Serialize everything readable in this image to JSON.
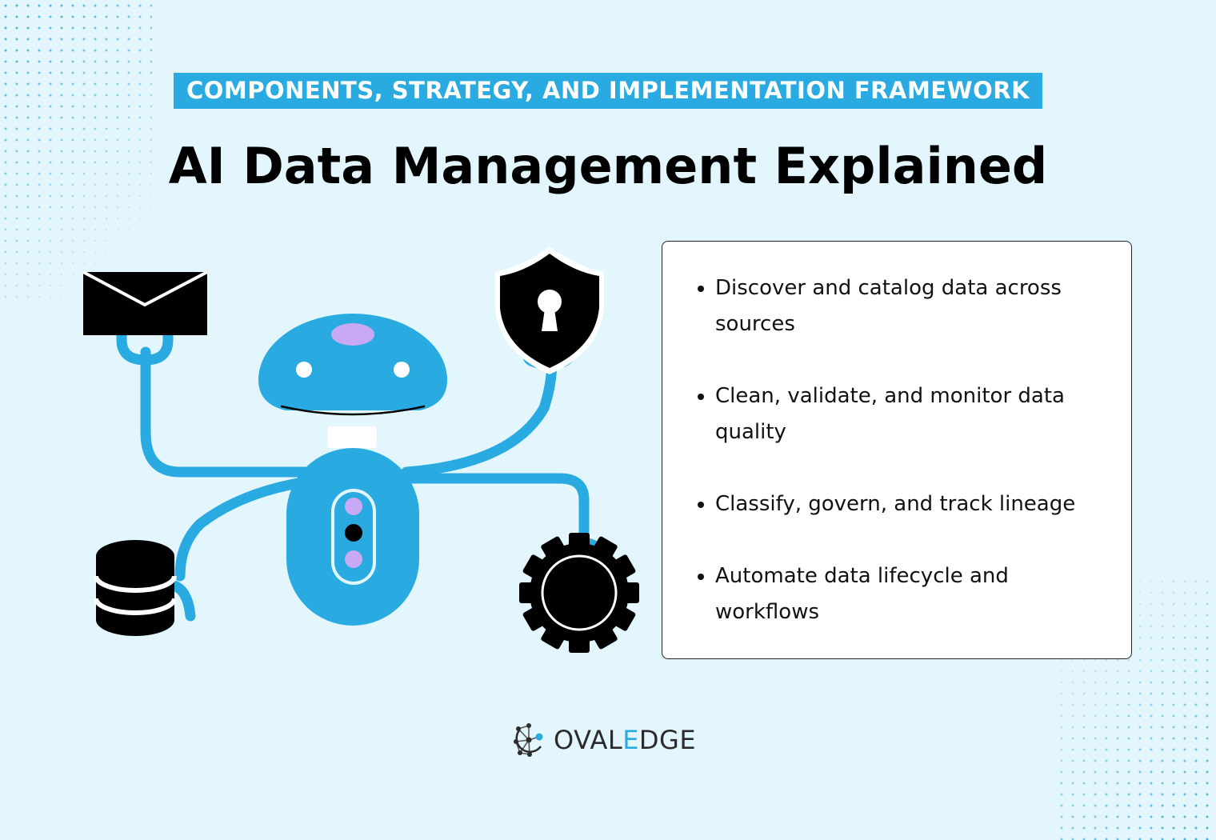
{
  "header": {
    "subtitle": "COMPONENTS, STRATEGY, AND IMPLEMENTATION FRAMEWORK",
    "title": "AI Data Management Explained"
  },
  "features": [
    {
      "text": "Discover and catalog data across sources"
    },
    {
      "text": "Clean, validate, and monitor data quality"
    },
    {
      "text": "Classify, govern, and track lineage"
    },
    {
      "text": "Automate data lifecycle and workflows"
    }
  ],
  "illustration": {
    "icons": [
      "envelope-icon",
      "shield-lock-icon",
      "database-icon",
      "gear-icon",
      "robot-icon"
    ]
  },
  "brand": {
    "name_part1": "OVAL",
    "name_accent": "E",
    "name_part2": "DGE",
    "accent_color": "#29abe2"
  },
  "colors": {
    "background": "#e4f6fd",
    "primary": "#29abe2",
    "lavender": "#c9a9f5",
    "dark": "#000000"
  }
}
